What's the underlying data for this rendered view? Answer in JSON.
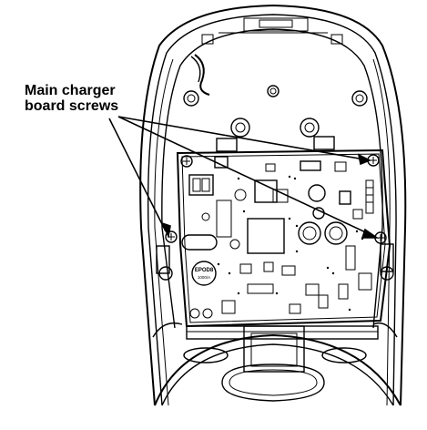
{
  "callout": {
    "line1": "Main charger",
    "line2": "board screws"
  },
  "chip_label": {
    "line1": "EPOD8",
    "line2": "1000/A"
  },
  "colors": {
    "ink": "#000000",
    "shell_fill": "#ffffff",
    "board_fill": "#ffffff",
    "hatch": "#444444"
  }
}
